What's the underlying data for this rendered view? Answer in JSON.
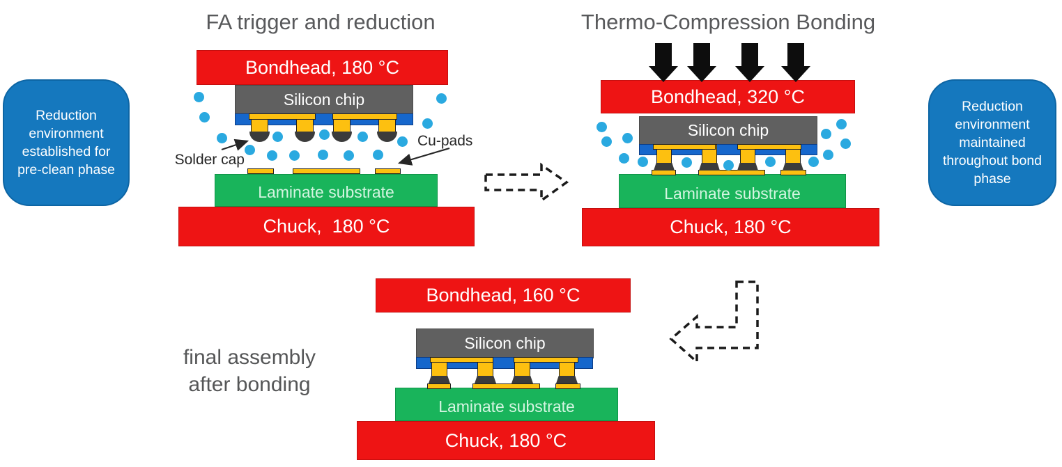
{
  "callouts": {
    "left": "Reduction environment established for pre-clean phase",
    "right": "Reduction environment maintained throughout bond phase"
  },
  "steps": {
    "step1": {
      "title": "FA trigger and reduction",
      "bondhead_label": "Bondhead, 180 °C",
      "chip_label": "Silicon chip",
      "substrate_label": "Laminate substrate",
      "chuck_label": "Chuck,  180 °C",
      "annotations": {
        "solder_cap": "Solder cap",
        "cu_pads": "Cu-pads"
      }
    },
    "step2": {
      "title": "Thermo-Compression Bonding",
      "bondhead_label": "Bondhead, 320 °C",
      "chip_label": "Silicon chip",
      "substrate_label": "Laminate substrate",
      "chuck_label": "Chuck, 180 °C"
    },
    "step3": {
      "caption": "final assembly after bonding",
      "bondhead_label": "Bondhead, 160 °C",
      "chip_label": "Silicon chip",
      "substrate_label": "Laminate substrate",
      "chuck_label": "Chuck, 180 °C"
    }
  },
  "colors": {
    "heater_red": "#ee1414",
    "substrate_green": "#19b45b",
    "chip_gray": "#606060",
    "underfill_blue": "#1667cc",
    "copper_gold": "#fdc010",
    "solder_dark": "#3b3b3b",
    "gas_bubble_blue": "#2aa9e0",
    "callout_blue": "#1578be",
    "title_gray": "#58595b"
  }
}
